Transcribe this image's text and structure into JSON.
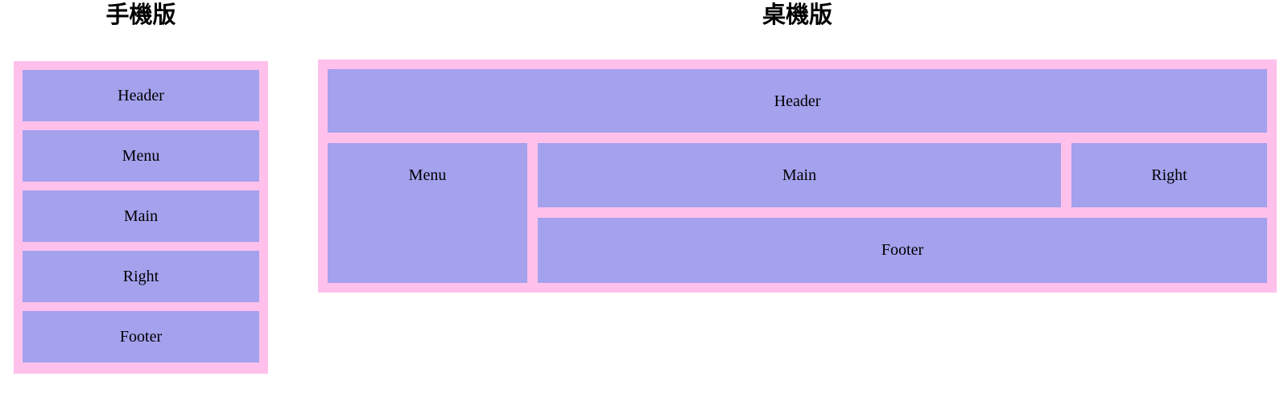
{
  "colors": {
    "page_background": "#ffffff",
    "panel_pink": "#ffc1ec",
    "box_purple": "#a4a1ed",
    "text": "#000000"
  },
  "mobile": {
    "title": "手機版",
    "boxes": [
      "Header",
      "Menu",
      "Main",
      "Right",
      "Footer"
    ]
  },
  "desktop": {
    "title": "桌機版",
    "boxes": {
      "header": "Header",
      "menu": "Menu",
      "main": "Main",
      "right": "Right",
      "footer": "Footer"
    }
  }
}
